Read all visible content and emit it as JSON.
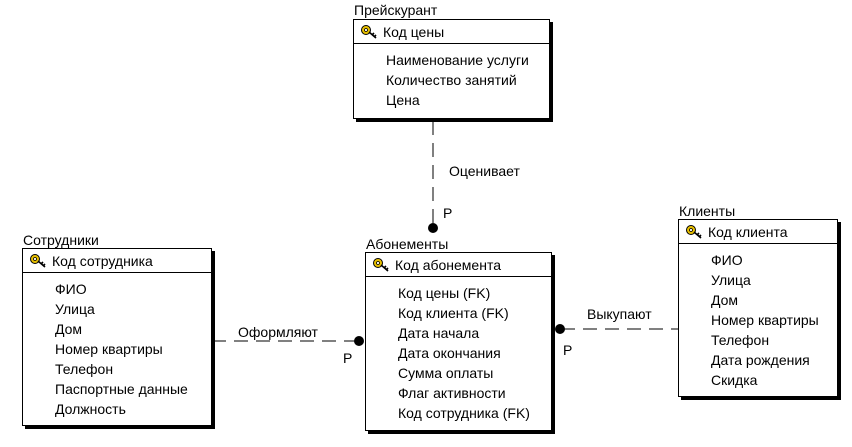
{
  "entities": {
    "price": {
      "name": "Прейскурант",
      "pk": "Код цены",
      "attributes": [
        "Наименование услуги",
        "Количество занятий",
        "Цена"
      ]
    },
    "staff": {
      "name": "Сотрудники",
      "pk": "Код сотрудника",
      "attributes": [
        "ФИО",
        "Улица",
        "Дом",
        "Номер квартиры",
        "Телефон",
        "Паспортные данные",
        "Должность"
      ]
    },
    "subs": {
      "name": "Абонементы",
      "pk": "Код абонемента",
      "attributes": [
        "Код цены (FK)",
        "Код клиента (FK)",
        "Дата начала",
        "Дата окончания",
        "Сумма оплаты",
        "Флаг активности",
        "Код сотрудника (FK)"
      ]
    },
    "clients": {
      "name": "Клиенты",
      "pk": "Код клиента",
      "attributes": [
        "ФИО",
        "Улица",
        "Дом",
        "Номер квартиры",
        "Телефон",
        "Дата рождения",
        "Скидка"
      ]
    }
  },
  "relationships": {
    "evaluates": {
      "label": "Оценивает",
      "cardinality": "P"
    },
    "issues": {
      "label": "Оформляют",
      "cardinality": "P"
    },
    "buys": {
      "label": "Выкупают",
      "cardinality": "P"
    }
  }
}
